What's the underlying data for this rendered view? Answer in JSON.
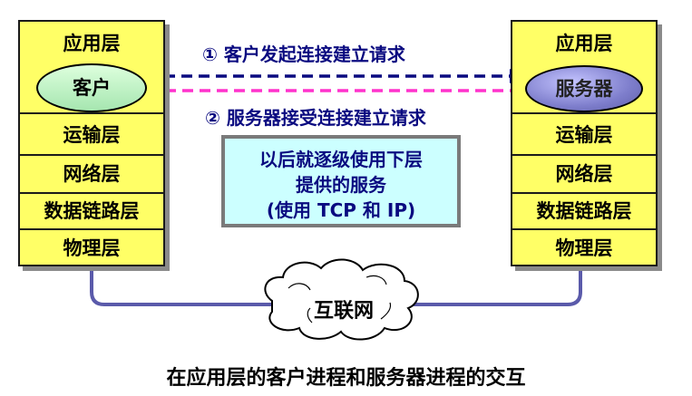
{
  "left_stack": {
    "application": "应用层",
    "client": "客户",
    "transport": "运输层",
    "network": "网络层",
    "datalink": "数据链路层",
    "physical": "物理层"
  },
  "right_stack": {
    "application": "应用层",
    "server": "服务器",
    "transport": "运输层",
    "network": "网络层",
    "datalink": "数据链路层",
    "physical": "物理层"
  },
  "arrows": {
    "request": "① 客户发起连接建立请求",
    "accept": "② 服务器接受连接建立请求"
  },
  "note": {
    "line1": "以后就逐级使用下层",
    "line2": "提供的服务",
    "line3": "(使用 TCP 和 IP)"
  },
  "internet": "互联网",
  "caption": "在应用层的客户进程和服务器进程的交互",
  "colors": {
    "stack_fill": "#ffff66",
    "request_arrow": "#0a0a80",
    "accept_arrow": "#ff33cc",
    "note_fill": "#ccffff",
    "wire": "#5a5aaa",
    "label_text": "#0a0a80"
  }
}
